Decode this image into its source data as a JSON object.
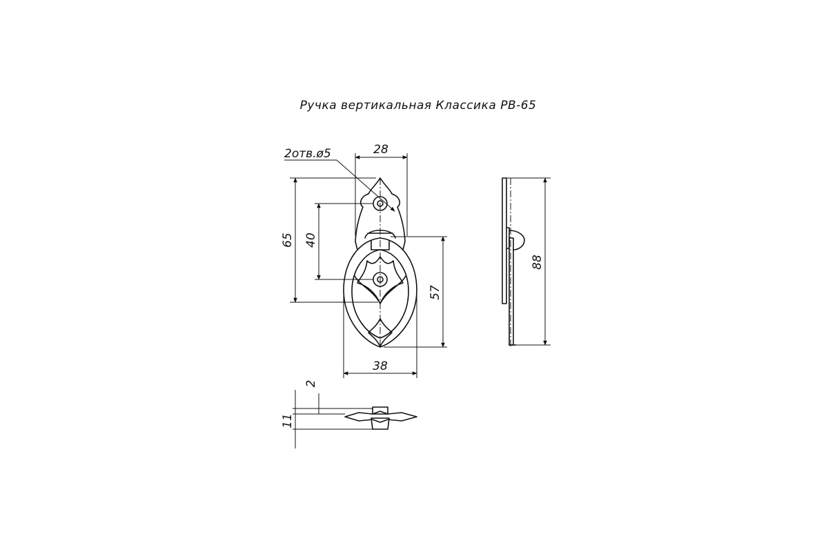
{
  "title": "Ручка вертикальная Классика РВ-65",
  "hole_callout": "2отв.ø5",
  "dimensions": {
    "top_width": "28",
    "overall_height": "65",
    "hole_spacing": "40",
    "ring_height": "57",
    "ring_width": "38",
    "side_height": "88",
    "plate_thickness": "2",
    "projection": "11"
  },
  "colors": {
    "ink": "#111111",
    "background": "#ffffff"
  }
}
